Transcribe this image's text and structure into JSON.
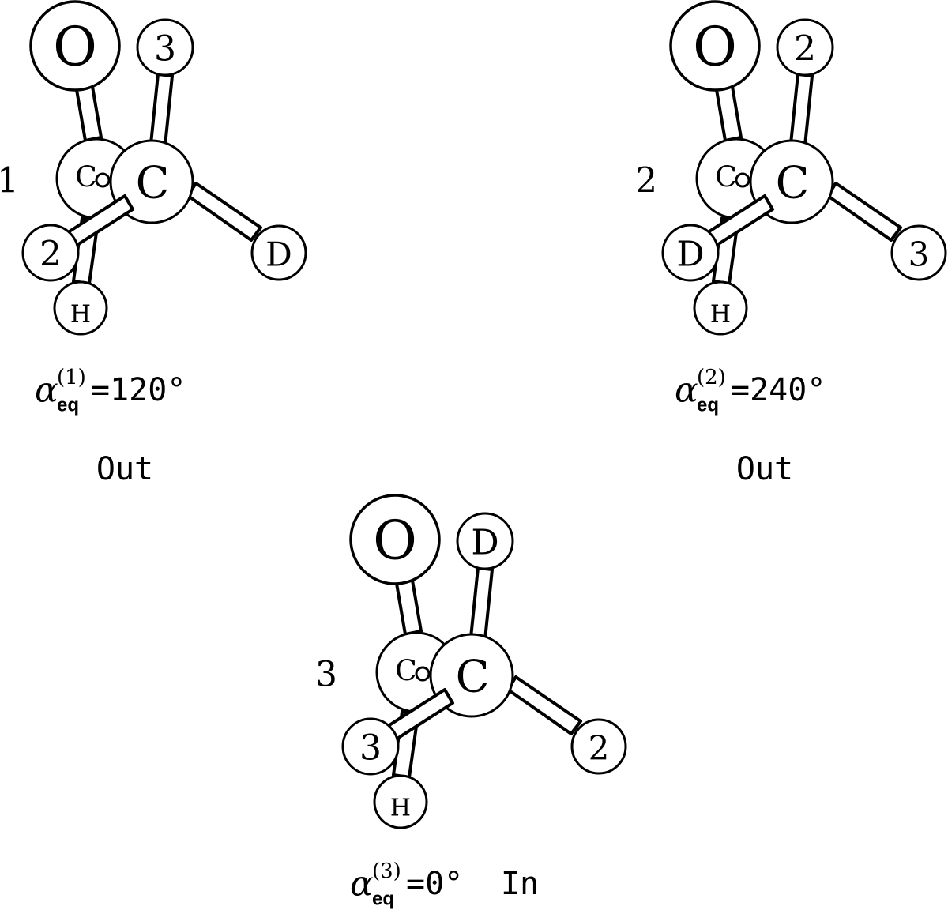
{
  "configurations": [
    {
      "number": "1",
      "atoms": {
        "o": "O",
        "co": "C",
        "c": "C",
        "upper_right": "3",
        "lower_left": "2",
        "right": "D",
        "h": "H"
      },
      "angle_symbol": "α",
      "angle_subscript": "eq",
      "angle_superscript": "(1)",
      "angle_value": "=120°",
      "state": "Out"
    },
    {
      "number": "2",
      "atoms": {
        "o": "O",
        "co": "C",
        "c": "C",
        "upper_right": "2",
        "lower_left": "D",
        "right": "3",
        "h": "H"
      },
      "angle_symbol": "α",
      "angle_subscript": "eq",
      "angle_superscript": "(2)",
      "angle_value": "=240°",
      "state": "Out"
    },
    {
      "number": "3",
      "atoms": {
        "o": "O",
        "co": "C",
        "c": "C",
        "upper_right": "D",
        "lower_left": "3",
        "right": "2",
        "h": "H"
      },
      "angle_symbol": "α",
      "angle_subscript": "eq",
      "angle_superscript": "(3)",
      "angle_value": "=0°",
      "state": "In"
    }
  ]
}
